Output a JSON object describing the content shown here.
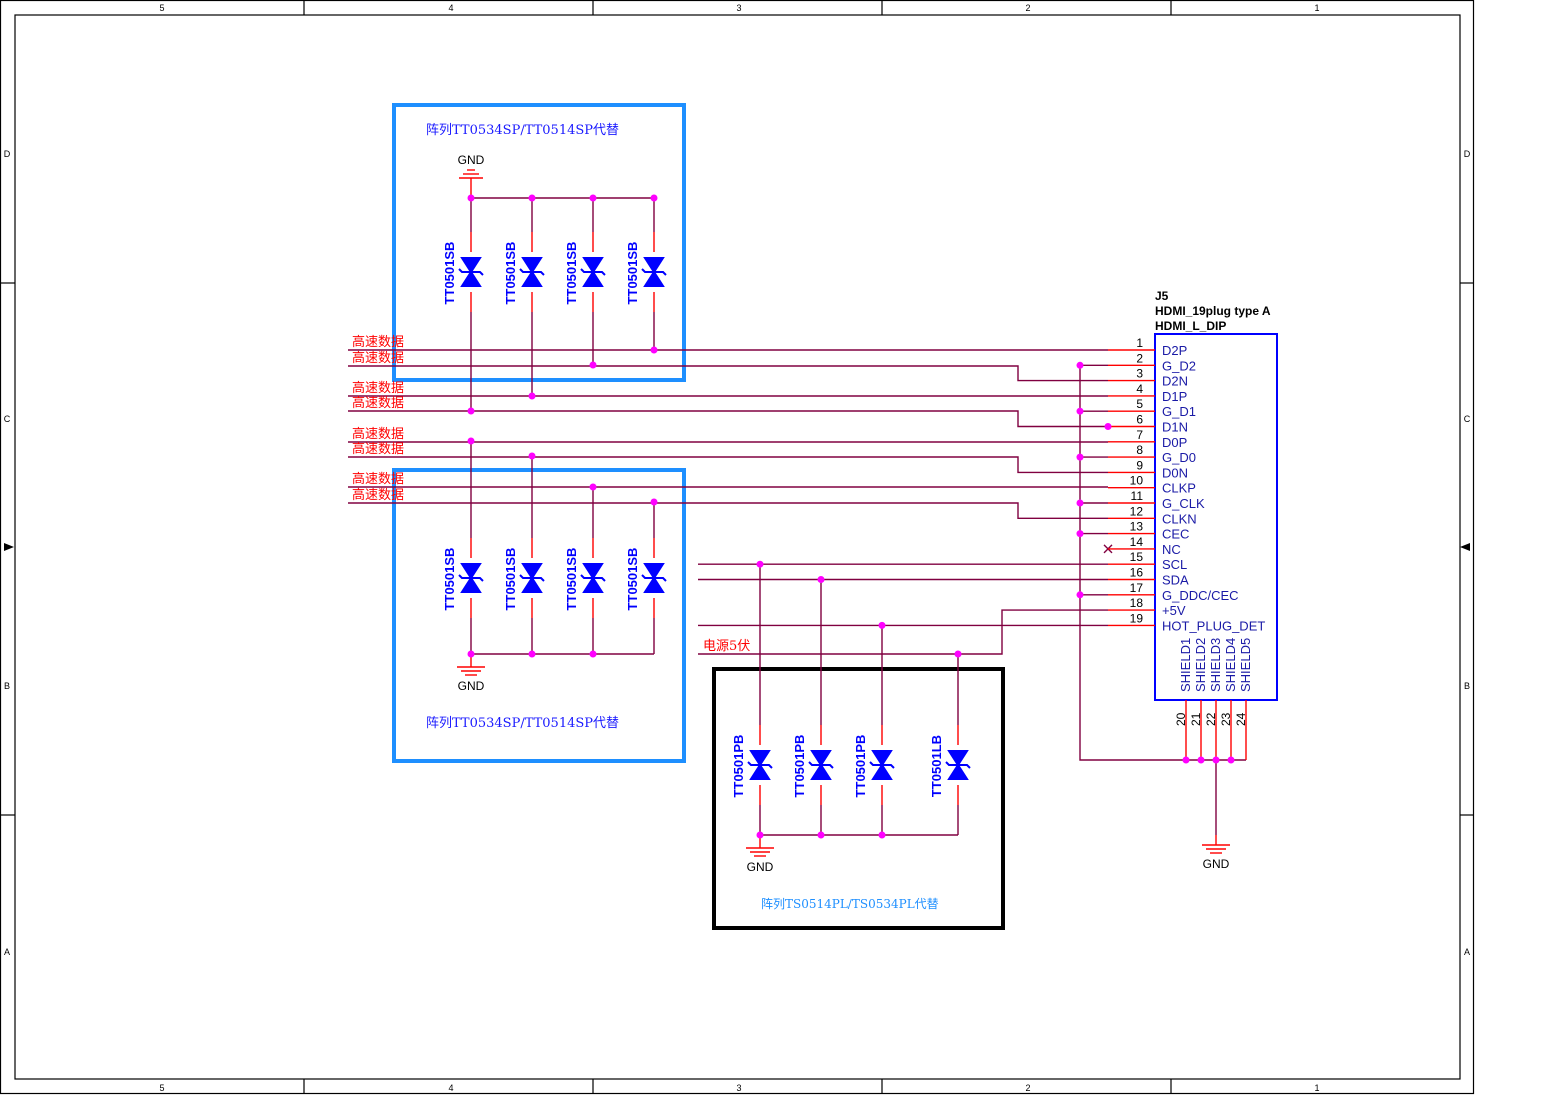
{
  "frame": {
    "columns": [
      "5",
      "4",
      "3",
      "2",
      "1"
    ],
    "rows": [
      "D",
      "C",
      "B",
      "A"
    ]
  },
  "connector": {
    "ref": "J5",
    "value": "HDMI_19plug type A",
    "footprint": "HDMI_L_DIP",
    "pins": [
      {
        "num": "1",
        "name": "D2P"
      },
      {
        "num": "2",
        "name": "G_D2"
      },
      {
        "num": "3",
        "name": "D2N"
      },
      {
        "num": "4",
        "name": "D1P"
      },
      {
        "num": "5",
        "name": "G_D1"
      },
      {
        "num": "6",
        "name": "D1N"
      },
      {
        "num": "7",
        "name": "D0P"
      },
      {
        "num": "8",
        "name": "G_D0"
      },
      {
        "num": "9",
        "name": "D0N"
      },
      {
        "num": "10",
        "name": "CLKP"
      },
      {
        "num": "11",
        "name": "G_CLK"
      },
      {
        "num": "12",
        "name": "CLKN"
      },
      {
        "num": "13",
        "name": "CEC"
      },
      {
        "num": "14",
        "name": "NC"
      },
      {
        "num": "15",
        "name": "SCL"
      },
      {
        "num": "16",
        "name": "SDA"
      },
      {
        "num": "17",
        "name": "G_DDC/CEC"
      },
      {
        "num": "18",
        "name": "+5V"
      },
      {
        "num": "19",
        "name": "HOT_PLUG_DET"
      }
    ],
    "shield_pins": [
      {
        "num": "20",
        "name": "SHIELD1"
      },
      {
        "num": "21",
        "name": "SHIELD2"
      },
      {
        "num": "22",
        "name": "SHIELD3"
      },
      {
        "num": "23",
        "name": "SHIELD4"
      },
      {
        "num": "24",
        "name": "SHIELD5"
      }
    ]
  },
  "net_labels": {
    "high_speed": "高速数据",
    "power": "电源5伏",
    "gnd": "GND"
  },
  "diode_parts": {
    "sb": "TT0501SB",
    "pb": "TT0501PB",
    "lb": "TT0501LB"
  },
  "boxes": {
    "top": "阵列TT0534SP/TT0514SP代替",
    "middle": "阵列TT0534SP/TT0514SP代替",
    "bottom": "阵列TS0514PL/TS0534PL代替"
  }
}
